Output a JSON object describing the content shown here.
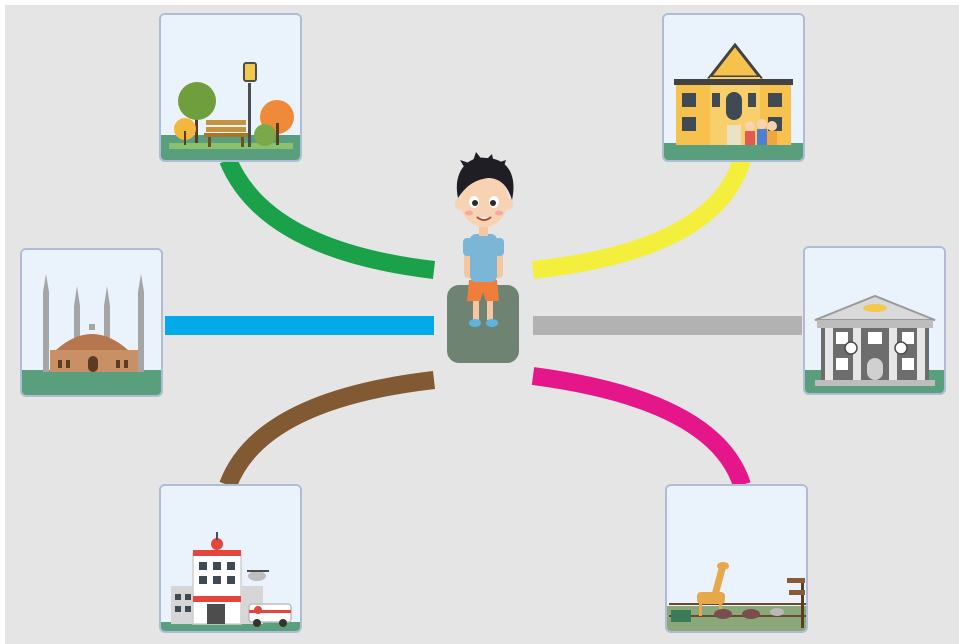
{
  "scene": {
    "background_color": "#e5e5e5",
    "center": {
      "name": "child-icon",
      "seat_color": "#6f8373"
    },
    "destinations": [
      {
        "key": "park",
        "icon": "park-icon",
        "connector_color": "#1ba14a"
      },
      {
        "key": "school",
        "icon": "school-icon",
        "connector_color": "#f4ef3c"
      },
      {
        "key": "mosque",
        "icon": "mosque-icon",
        "connector_color": "#04a9ea"
      },
      {
        "key": "bank",
        "icon": "bank-icon",
        "connector_color": "#b2b2b2"
      },
      {
        "key": "hospital",
        "icon": "hospital-icon",
        "connector_color": "#815932"
      },
      {
        "key": "zoo",
        "icon": "zoo-icon",
        "connector_color": "#e5158a"
      }
    ]
  }
}
